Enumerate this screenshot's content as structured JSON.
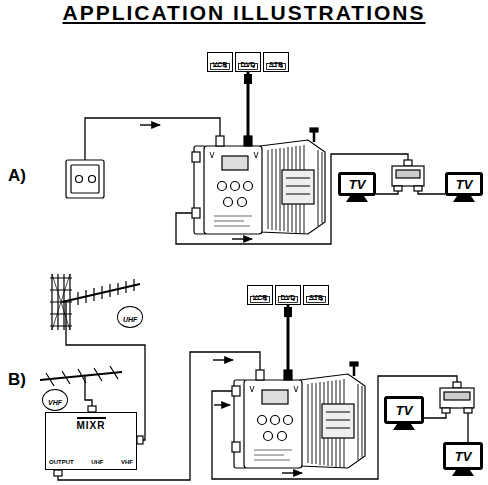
{
  "diagram": {
    "title": "APPLICATION ILLUSTRATIONS",
    "nodes": [
      {
        "text": [
          "VCR"
        ]
      },
      {
        "text": [
          "DVD"
        ]
      },
      {
        "text": [
          "STB"
        ]
      },
      {
        "text": [
          "TV"
        ]
      },
      {
        "text": [
          "TV"
        ]
      },
      {
        "text": [
          "UHF"
        ]
      },
      {
        "text": [
          "VHF"
        ]
      },
      {
        "text": [
          "MIXR",
          "OUTPUT",
          "UHF",
          "VHF"
        ]
      },
      {
        "text": [
          "VCR"
        ]
      },
      {
        "text": [
          "DVD"
        ]
      },
      {
        "text": [
          "STB"
        ]
      },
      {
        "text": [
          "TV"
        ]
      },
      {
        "text": [
          "TV"
        ]
      }
    ],
    "labels": [
      "A)",
      "B)"
    ]
  }
}
